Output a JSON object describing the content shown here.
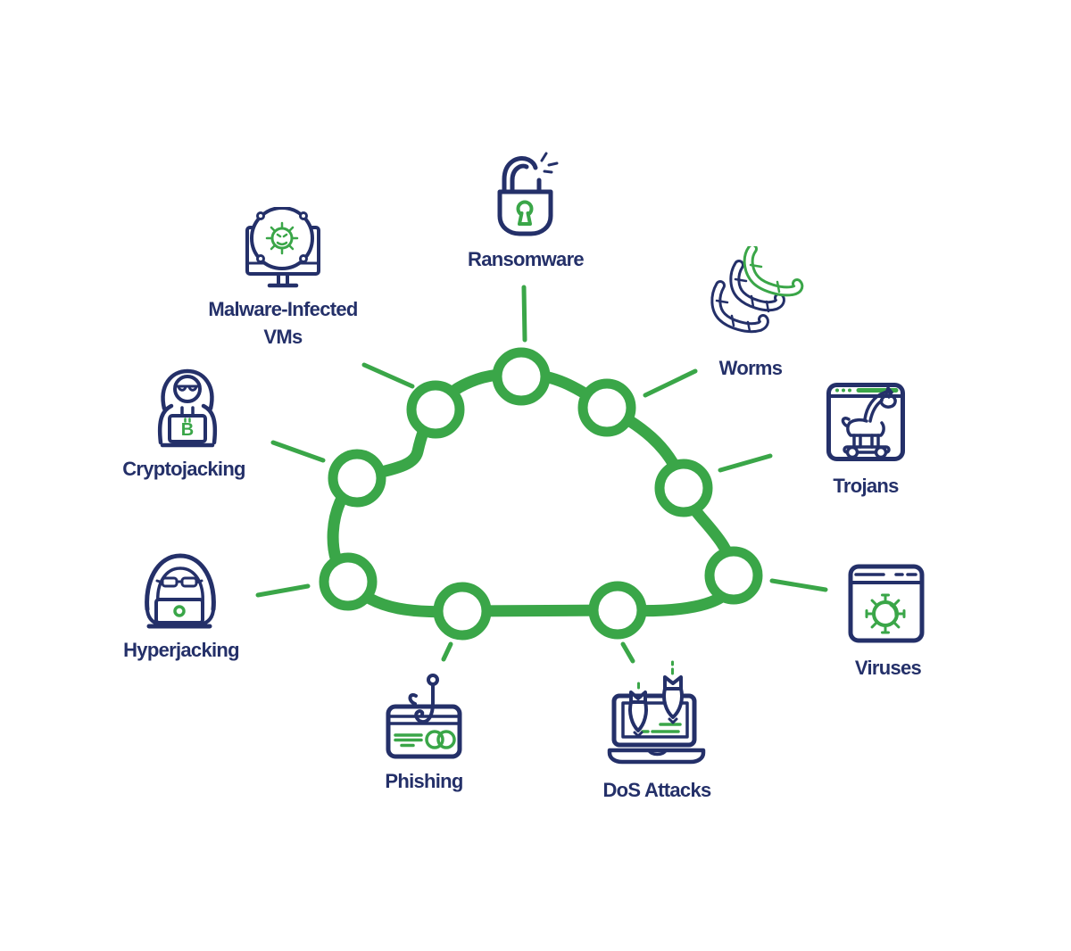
{
  "colors": {
    "green": "#3aa648",
    "navy": "#243069",
    "white": "#ffffff"
  },
  "diagram": {
    "type": "hub-and-spoke",
    "hub": "cloud",
    "node_count": 9,
    "bitcoin_symbol": "B",
    "threats": [
      {
        "id": "ransomware",
        "label": "Ransomware",
        "icon": "broken-padlock-icon"
      },
      {
        "id": "worms",
        "label": "Worms",
        "icon": "worms-icon"
      },
      {
        "id": "trojans",
        "label": "Trojans",
        "icon": "trojan-horse-browser-icon"
      },
      {
        "id": "viruses",
        "label": "Viruses",
        "icon": "virus-browser-icon"
      },
      {
        "id": "dos-attacks",
        "label": "DoS Attacks",
        "icon": "bombed-laptop-icon"
      },
      {
        "id": "phishing",
        "label": "Phishing",
        "icon": "hooked-credit-card-icon"
      },
      {
        "id": "hyperjacking",
        "label": "Hyperjacking",
        "icon": "hooded-hacker-laptop-icon"
      },
      {
        "id": "cryptojacking",
        "label": "Cryptojacking",
        "icon": "hacker-bitcoin-laptop-icon"
      },
      {
        "id": "malware-vms",
        "label": "Malware-Infected VMs",
        "icon": "infected-monitor-icon"
      }
    ]
  }
}
